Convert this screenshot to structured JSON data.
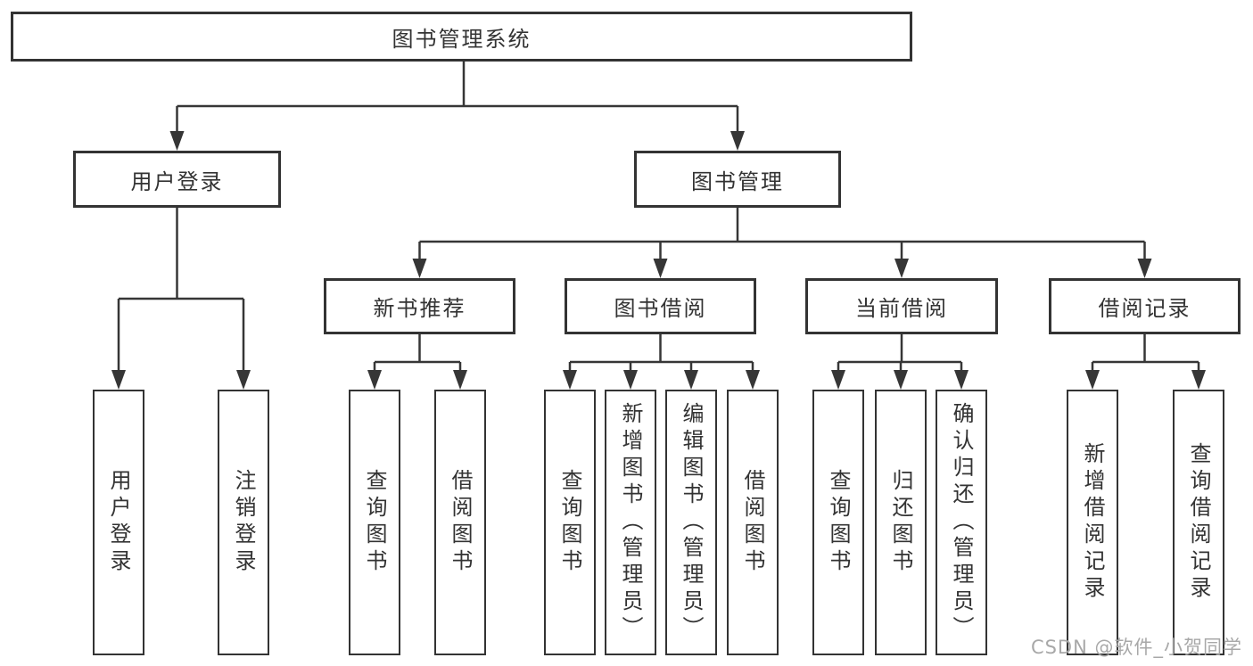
{
  "diagram": {
    "root": "图书管理系统",
    "level2": {
      "user_login": "用户登录",
      "book_mgmt": "图书管理"
    },
    "level3": {
      "new_books": "新书推荐",
      "book_borrow": "图书借阅",
      "current_borrow": "当前借阅",
      "borrow_records": "借阅记录"
    },
    "leaves": {
      "user_login": "用户登录",
      "logout": "注销登录",
      "nb_query": "查询图书",
      "nb_borrow": "借阅图书",
      "bb_query": "查询图书",
      "bb_add": "新增图书（管理员）",
      "bb_edit": "编辑图书（管理员）",
      "bb_borrow": "借阅图书",
      "cb_query": "查询图书",
      "cb_return": "归还图书",
      "cb_confirm": "确认归还（管理员）",
      "br_add": "新增借阅记录",
      "br_query": "查询借阅记录"
    }
  },
  "watermark": "CSDN @软件_小贺同学",
  "colors": {
    "line": "#363636",
    "text": "#333333",
    "watermark": "#a8a8a8",
    "background": "#ffffff"
  }
}
